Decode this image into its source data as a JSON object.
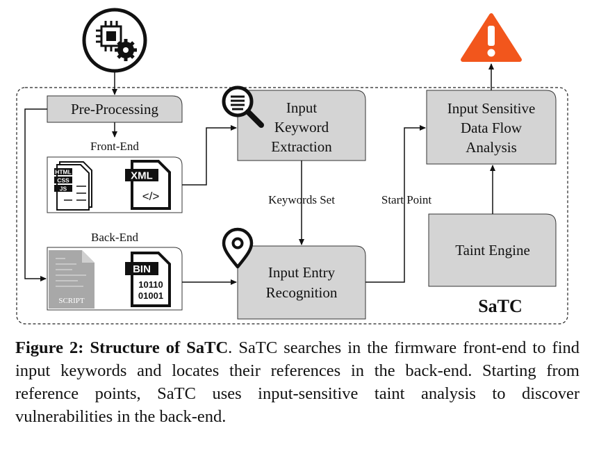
{
  "diagram": {
    "preprocessing_label": "Pre-Processing",
    "frontend_label": "Front-End",
    "backend_label": "Back-End",
    "keyword_extraction_lines": [
      "Input",
      "Keyword",
      "Extraction"
    ],
    "entry_recognition_lines": [
      "Input Entry",
      "Recognition"
    ],
    "sensitive_flow_lines": [
      "Input Sensitive",
      "Data Flow",
      "Analysis"
    ],
    "taint_engine_label": "Taint Engine",
    "keywords_set_label": "Keywords Set",
    "start_point_label": "Start Point",
    "system_label": "SaTC",
    "file_icons": {
      "html": "HTML",
      "css": "CSS",
      "js": "JS",
      "xml": "XML",
      "bin": "BIN",
      "bin_bits_1": "10110",
      "bin_bits_2": "01001",
      "script": "SCRIPT"
    },
    "colors": {
      "box_fill": "#d4d4d4",
      "warning": "#f2561c",
      "stroke": "#111111"
    }
  },
  "caption": {
    "title": "Figure 2: Structure of SaTC",
    "text": ". SaTC searches in the firmware front-end to find input keywords and locates their references in the back-end. Starting from reference points, SaTC uses input-sensitive taint analysis to discover vulnerabilities in the back-end."
  }
}
